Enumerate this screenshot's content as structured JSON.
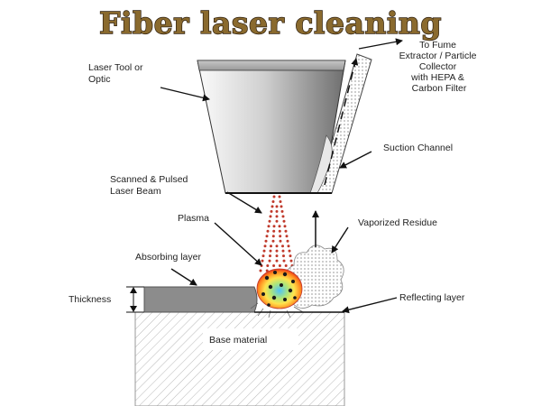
{
  "title": "Fiber laser cleaning",
  "labels": {
    "laser_tool": [
      "Laser Tool or",
      "Optic"
    ],
    "fume_extractor": [
      "To Fume",
      "Extractor / Particle",
      "Collector",
      "with HEPA &",
      "Carbon Filter"
    ],
    "suction_channel": "Suction Channel",
    "scanned_beam": [
      "Scanned & Pulsed",
      "Laser Beam"
    ],
    "plasma": "Plasma",
    "vaporized_residue": "Vaporized Residue",
    "absorbing_layer": "Absorbing layer",
    "thickness": "Thickness",
    "reflecting_layer": "Reflecting layer",
    "base_material": "Base material"
  },
  "colors": {
    "title_fill": "#8a6a2e",
    "beam": "#c0392b",
    "layer": "#8c8c8c",
    "nozzle_light": "#f2f2f2",
    "nozzle_dark": "#6e6e6e"
  }
}
